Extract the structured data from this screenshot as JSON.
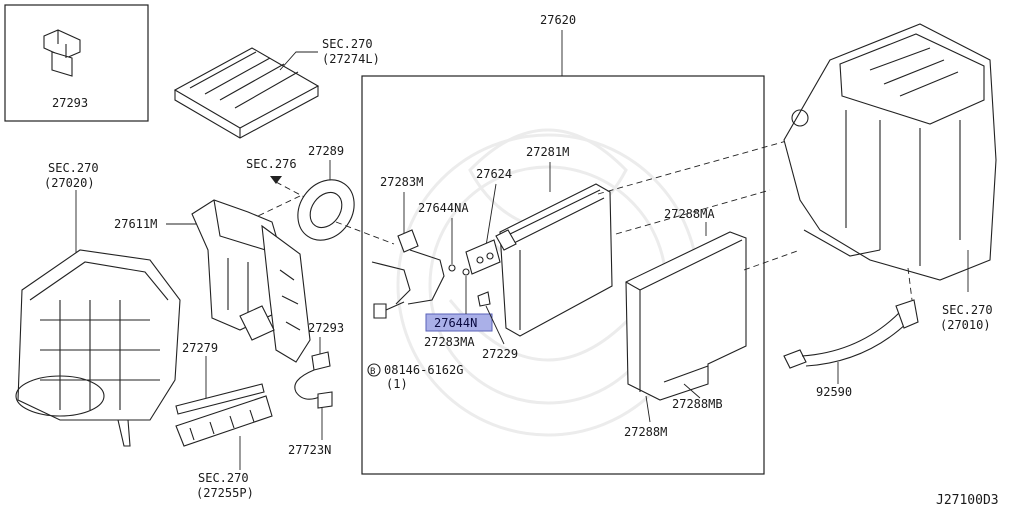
{
  "diagram_id": "J27100D3",
  "inset_box": {
    "part": "27293"
  },
  "main_frame": {
    "part": "27620"
  },
  "highlight": {
    "part": "27644N",
    "color": "#aab0e8"
  },
  "bolt_symbol": "B",
  "labels": {
    "sec270_27274L_a": "SEC.270",
    "sec270_27274L_b": "(27274L)",
    "sec270_27020_a": "SEC.270",
    "sec270_27020_b": "(27020)",
    "sec276": "SEC.276",
    "p27289": "27289",
    "p27611M": "27611M",
    "p27293b": "27293",
    "p27279": "27279",
    "p27723N": "27723N",
    "sec270_27255P_a": "SEC.270",
    "sec270_27255P_b": "(27255P)",
    "p27283M": "27283M",
    "p27624": "27624",
    "p27281M": "27281M",
    "p27644NA": "27644NA",
    "p27283MA": "27283MA",
    "p27229": "27229",
    "bolt_num": "08146-6162G",
    "bolt_qty": "(1)",
    "p27288MA": "27288MA",
    "p27288MB": "27288MB",
    "p27288M": "27288M",
    "sec270_27010_a": "SEC.270",
    "sec270_27010_b": "(27010)",
    "p92590": "92590"
  }
}
